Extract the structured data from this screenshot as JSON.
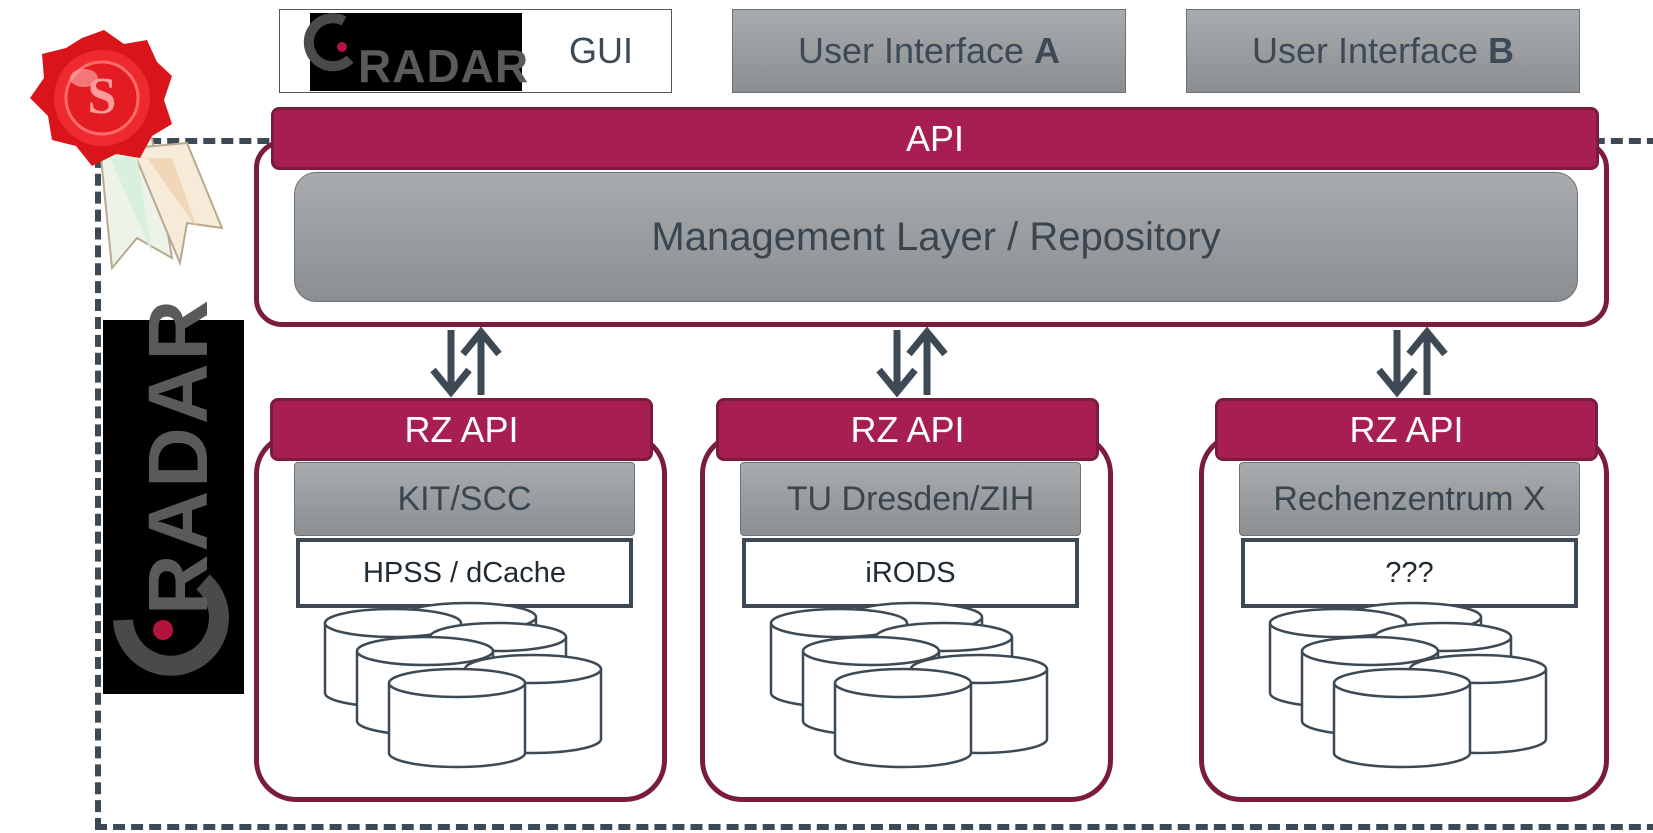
{
  "top": {
    "gui_logo_text": "RADAR",
    "gui_label": "GUI",
    "ui_a": {
      "prefix": "User Interface ",
      "suffix": "A"
    },
    "ui_b": {
      "prefix": "User Interface ",
      "suffix": "B"
    }
  },
  "api_label": "API",
  "management_label": "Management Layer / Repository",
  "side_logo_text": "RADAR",
  "seal_letter": "S",
  "data_centers": [
    {
      "api": "RZ API",
      "name": "KIT/SCC",
      "storage": "HPSS / dCache"
    },
    {
      "api": "RZ API",
      "name": "TU Dresden/ZIH",
      "storage": "iRODS"
    },
    {
      "api": "RZ API",
      "name": "Rechenzentrum X",
      "storage": "???"
    }
  ],
  "colors": {
    "accent": "#a71f50",
    "accent_border": "#7a1c3e",
    "text": "#3d4a55",
    "gray_box": "#9a9d9f"
  },
  "icons": [
    "radar-logo",
    "seal-icon",
    "bidirectional-arrow-icon",
    "database-cylinder-icon"
  ]
}
